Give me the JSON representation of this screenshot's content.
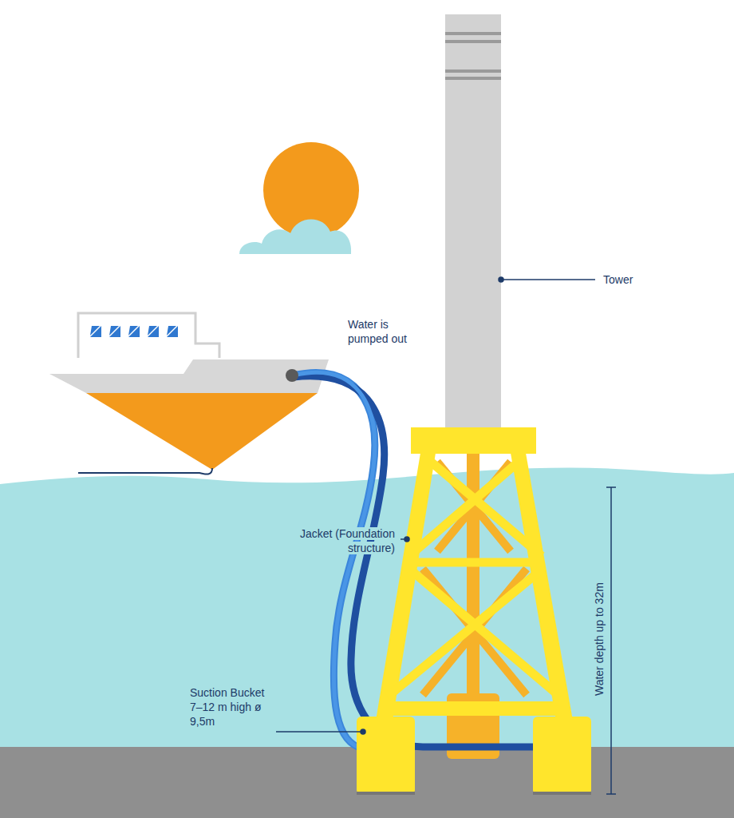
{
  "diagram": {
    "labels": [
      "Tower",
      "Water is pumped out",
      "Jacket (Foundation structure)",
      "Suction Bucket 7–12 m high ø 9,5m",
      "Water depth up to 32m"
    ]
  }
}
